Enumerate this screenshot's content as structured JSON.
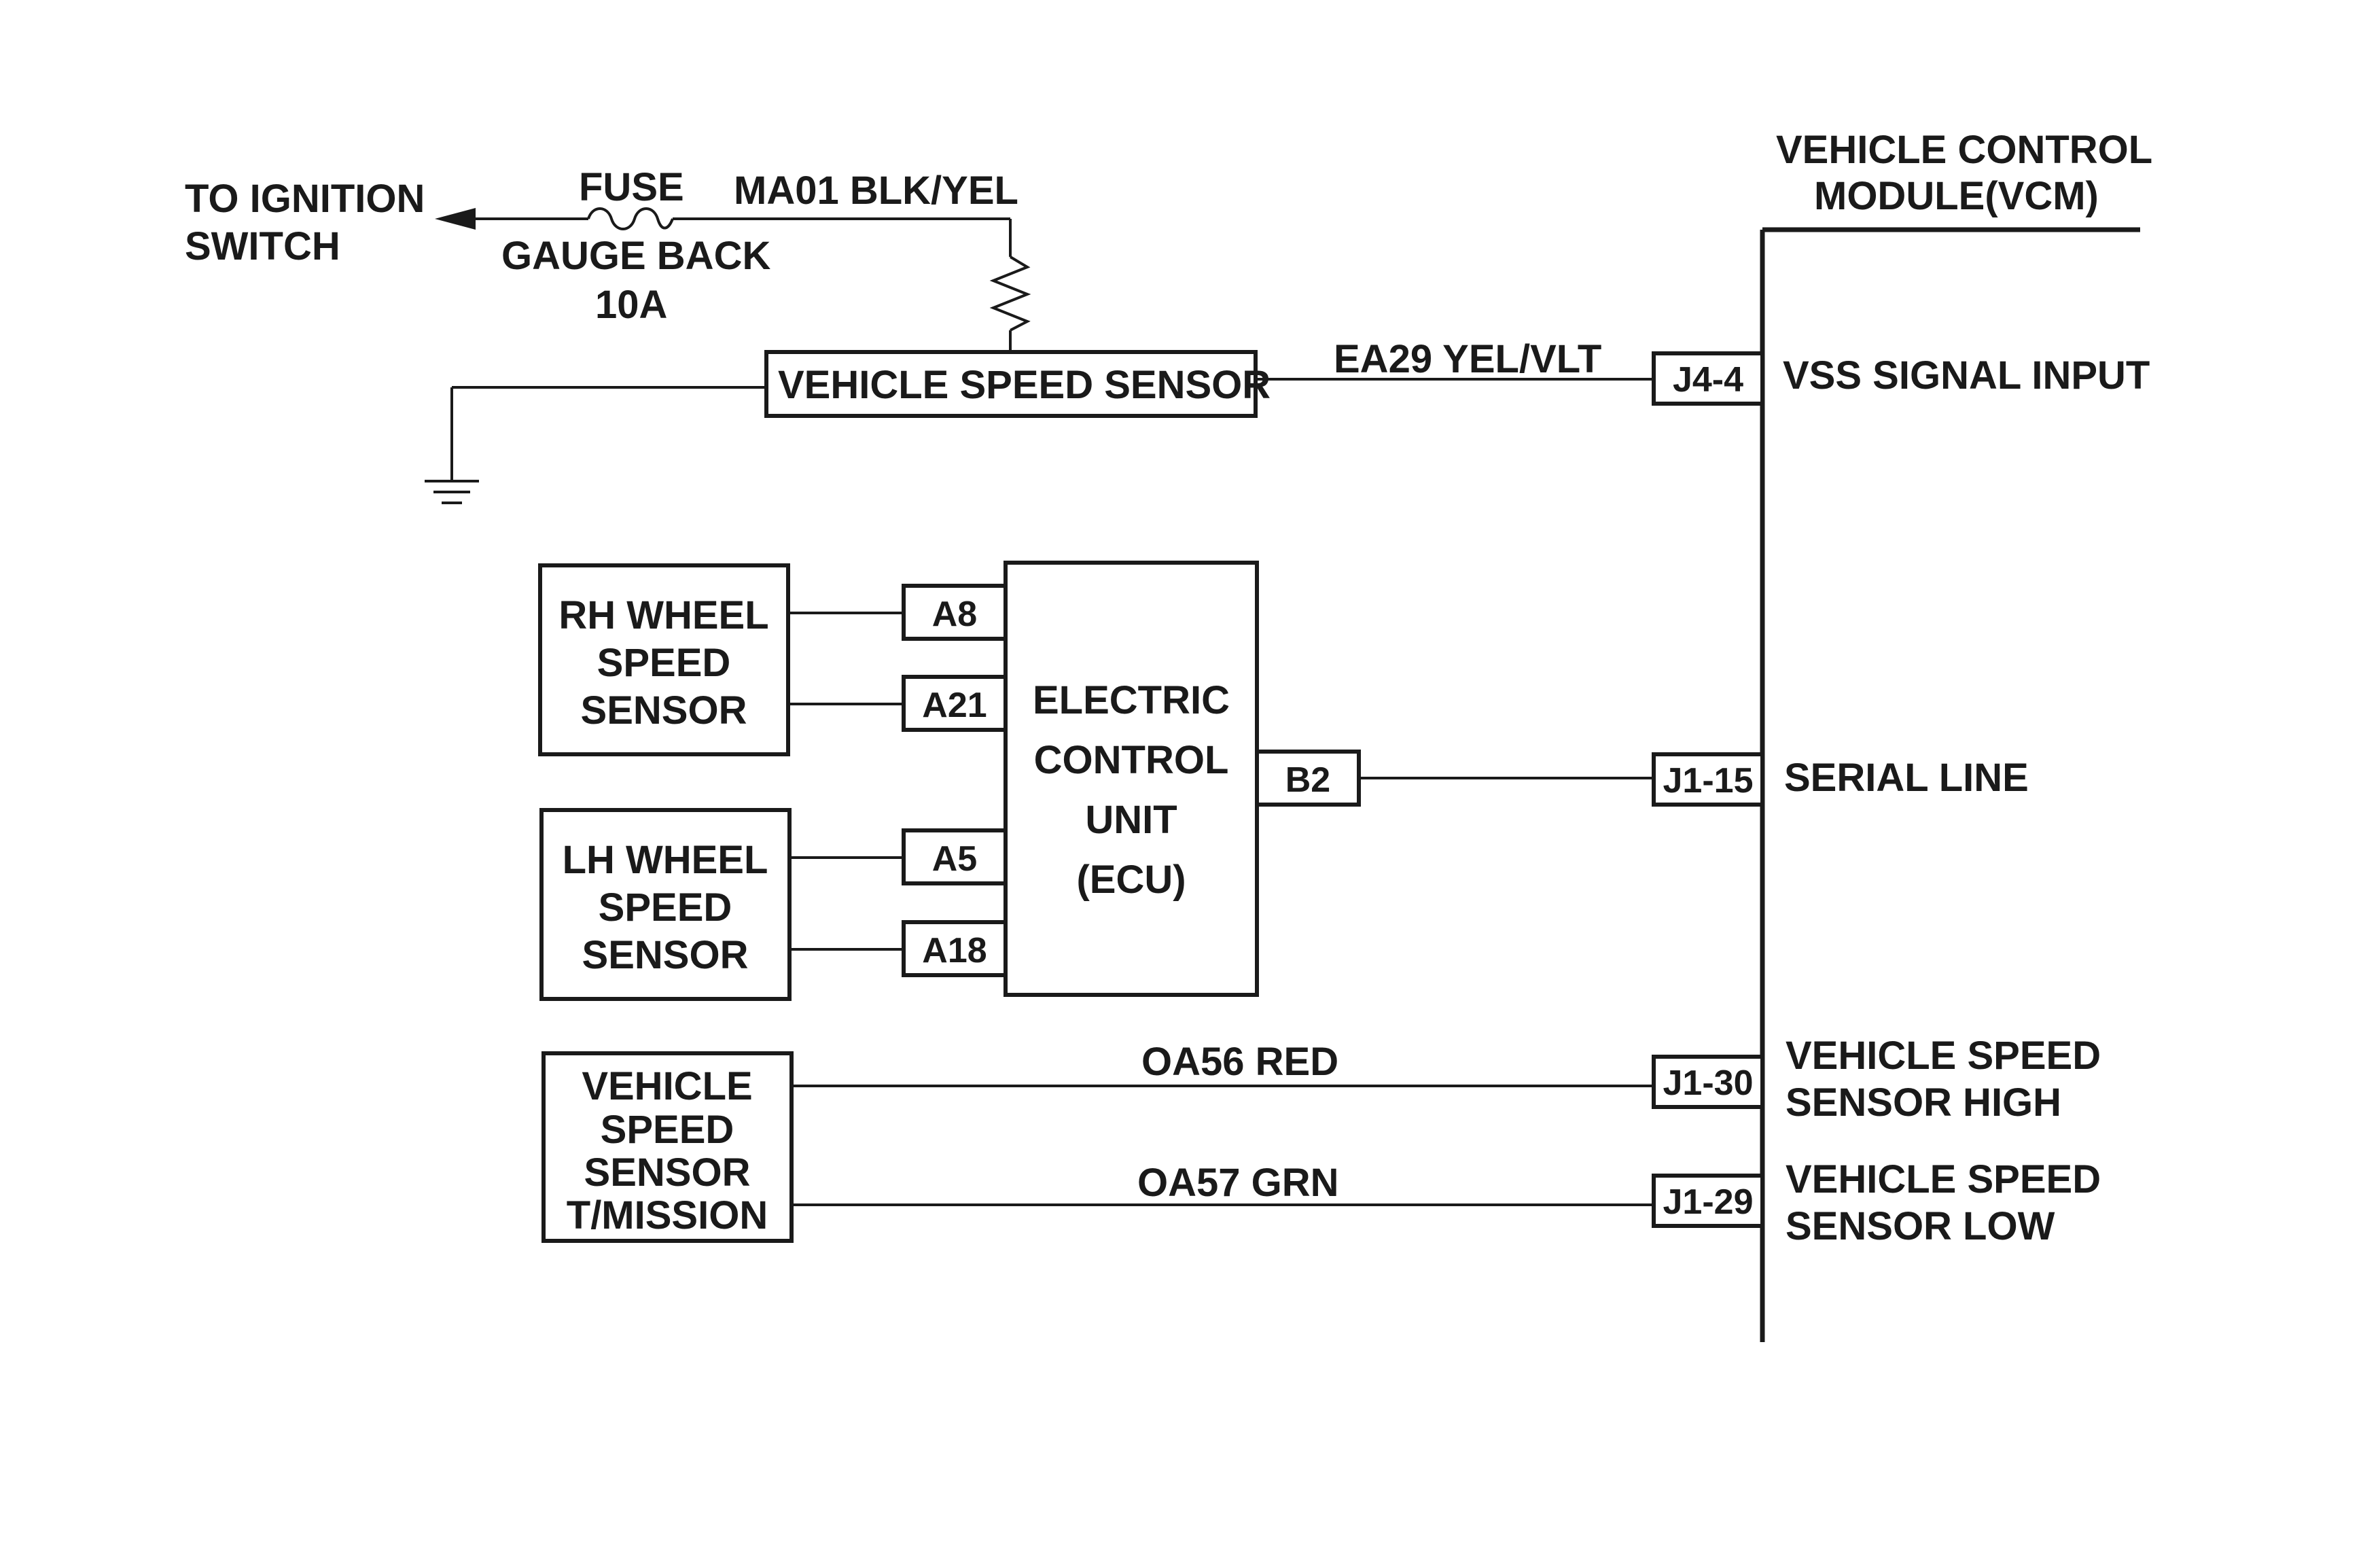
{
  "ignition": {
    "line1": "TO IGNITION",
    "line2": "SWITCH"
  },
  "fuse": {
    "label": "FUSE",
    "name": "GAUGE BACK",
    "rating": "10A"
  },
  "wires": {
    "ma01": "MA01 BLK/YEL",
    "ea29": "EA29 YEL/VLT",
    "oa56": "OA56 RED",
    "oa57": "OA57 GRN"
  },
  "vss_box": {
    "label": "VEHICLE SPEED SENSOR"
  },
  "vcm": {
    "title1": "VEHICLE CONTROL",
    "title2": "MODULE(VCM)",
    "pins": {
      "j4_4": "J4-4",
      "j1_15": "J1-15",
      "j1_30": "J1-30",
      "j1_29": "J1-29"
    },
    "signals": {
      "vss_input": "VSS SIGNAL INPUT",
      "serial": "SERIAL LINE",
      "vss_high_1": "VEHICLE SPEED",
      "vss_high_2": "SENSOR HIGH",
      "vss_low_1": "VEHICLE SPEED",
      "vss_low_2": "SENSOR LOW"
    }
  },
  "rh_sensor": {
    "line1": "RH WHEEL",
    "line2": "SPEED",
    "line3": "SENSOR"
  },
  "lh_sensor": {
    "line1": "LH WHEEL",
    "line2": "SPEED",
    "line3": "SENSOR"
  },
  "tmission_sensor": {
    "line1": "VEHICLE",
    "line2": "SPEED",
    "line3": "SENSOR",
    "line4": "T/MISSION"
  },
  "ecu": {
    "line1": "ELECTRIC",
    "line2": "CONTROL",
    "line3": "UNIT",
    "line4": "(ECU)",
    "pins": {
      "a8": "A8",
      "a21": "A21",
      "a5": "A5",
      "a18": "A18",
      "b2": "B2"
    }
  }
}
